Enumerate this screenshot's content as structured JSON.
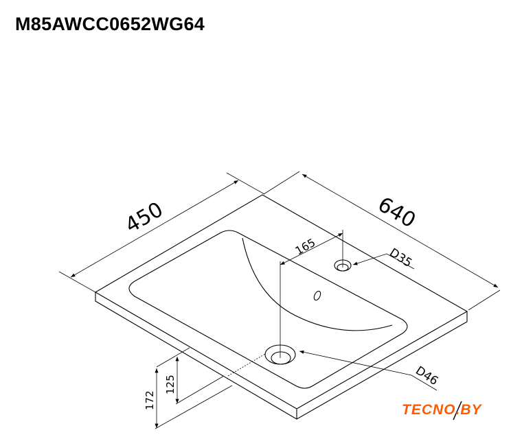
{
  "title": "M85AWCC0652WG64",
  "dimensions": {
    "width": "450",
    "length": "640",
    "tap_offset": "165",
    "tap_hole": "D35",
    "drain_hole": "D46",
    "drain_height": "125",
    "total_height": "172"
  },
  "logo": {
    "text": "TECNO.BY",
    "color": "#ff5a00"
  }
}
